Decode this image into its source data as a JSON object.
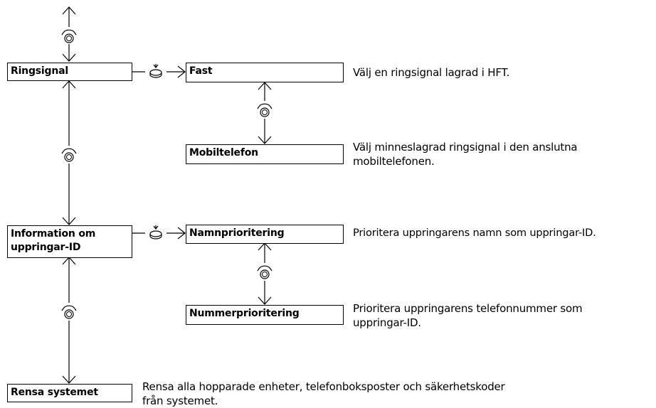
{
  "nodes": {
    "ringsignal": "Ringsignal",
    "fast": "Fast",
    "mobiltelefon": "Mobiltelefon",
    "info_line1": "Information om",
    "info_line2": "uppringar-ID",
    "namnprio": "Namnprioritering",
    "nummerprio": "Nummerprioritering",
    "rensa": "Rensa systemet"
  },
  "descriptions": {
    "fast": "Välj en ringsignal lagrad i HFT.",
    "mobil_line1": "Välj minneslagrad ringsignal i den anslutna",
    "mobil_line2": "mobiltelefonen.",
    "namn": "Prioritera uppringarens namn som uppringar-ID.",
    "nummer_line1": "Prioritera uppringarens telefonnummer som",
    "nummer_line2": "uppringar-ID.",
    "rensa_line1": "Rensa alla hopparade enheter, telefonboksposter och säkerhetskoder",
    "rensa_line2": "från systemet."
  },
  "icons": {
    "rotate": "rotate-dial-icon",
    "press": "press-dial-icon"
  }
}
